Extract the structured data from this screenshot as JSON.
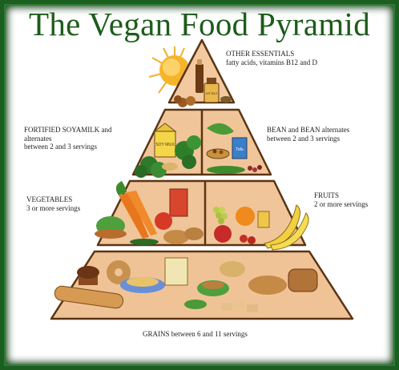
{
  "title": "The Vegan Food Pyramid",
  "tiers": {
    "top": {
      "label": "OTHER ESSENTIALS",
      "detail": "fatty acids, vitamins B12 and D"
    },
    "soy": {
      "label": "FORTIFIED SOYAMILK and",
      "detail1": "alternates",
      "detail2": "between 2 and 3 servings"
    },
    "bean": {
      "label": "BEAN and BEAN alternates",
      "detail": "between 2 and 3 servings"
    },
    "vegetables": {
      "label": "VEGETABLES",
      "detail": "3 or more servings"
    },
    "fruits": {
      "label": "FRUITS",
      "detail": "2 or more servings"
    },
    "grains": {
      "label": "GRAINS between 6 and 11 servings"
    }
  },
  "food_labels": {
    "soy_carton": "SOY MILK",
    "vit_bottle": "VIT B12",
    "tofu": "Tofu"
  },
  "colors": {
    "title": "#1d5c1b",
    "frame": "#1b5e20",
    "pyramid_fill": "#f3c9a0",
    "pyramid_outline": "#5a3413"
  }
}
